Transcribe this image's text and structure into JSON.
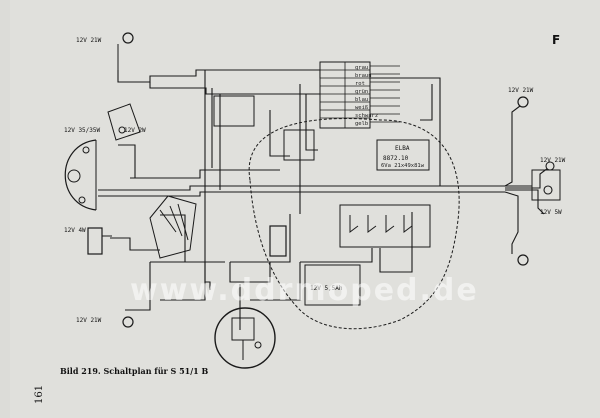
{
  "corner_letter": "F",
  "caption": "Bild 219. Schaltplan für S 51/1 B",
  "page_number": "161",
  "watermark": "www.ddrmoped.de",
  "labels": {
    "lamp_top_left": "12V 21W",
    "headlamp": "12V 35/35W",
    "speedo_lamp": "12V 2W",
    "pilot_lamp": "12V 4W",
    "lamp_bottom_left": "12V 21W",
    "lamp_right_top": "12V 21W",
    "lamp_right_mid": "12V 21W",
    "lamp_right_low": "12V 5W",
    "elba_title": "ELBA",
    "elba_part": "8872.10",
    "elba_spec": "6Va 21x49x81w",
    "battery": "12V 5,5Ah"
  },
  "wire_colors": [
    "grau",
    "braun",
    "rot",
    "grün",
    "blau",
    "weiß",
    "schwarz",
    "gelb"
  ]
}
